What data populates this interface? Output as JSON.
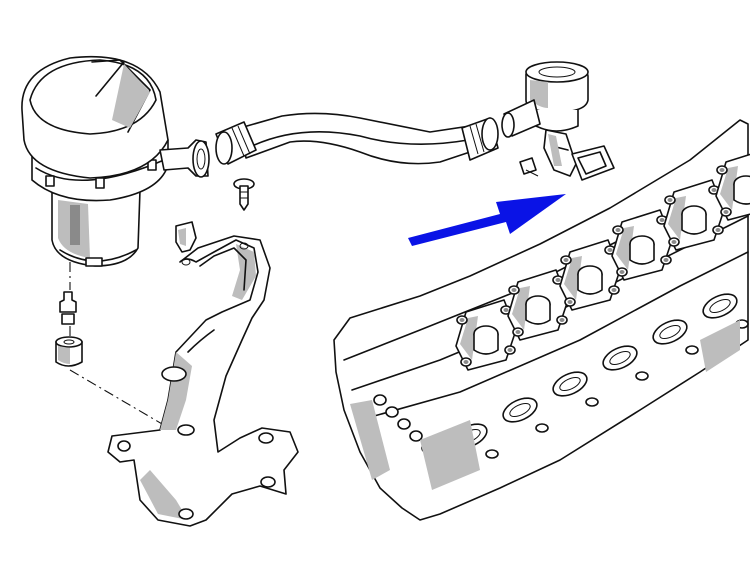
{
  "diagram": {
    "arrow_color": "#0a13e6",
    "parts": [
      {
        "id": "secondary-air-pump",
        "icon": "air-pump-icon"
      },
      {
        "id": "air-hose",
        "icon": "hose-icon"
      },
      {
        "id": "check-valve",
        "icon": "valve-icon"
      },
      {
        "id": "valve-gasket",
        "icon": "gasket-icon"
      },
      {
        "id": "mounting-bracket",
        "icon": "bracket-icon"
      },
      {
        "id": "cylinder-head",
        "icon": "cylinder-head-icon"
      }
    ]
  }
}
